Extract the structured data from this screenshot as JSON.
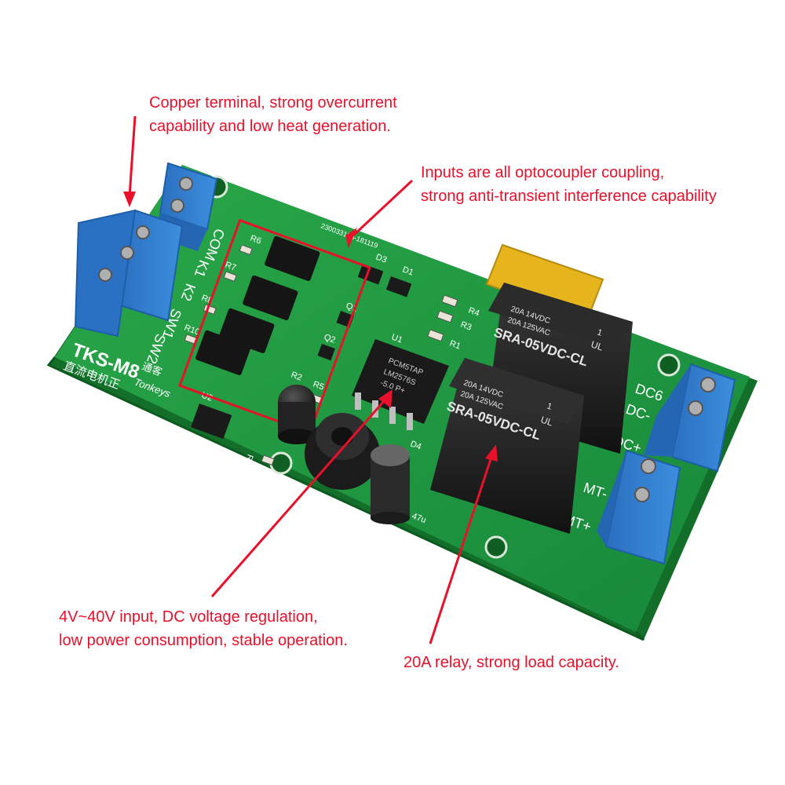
{
  "callouts": {
    "copper": {
      "line1": "Copper terminal, strong overcurrent",
      "line2": "capability and low heat generation."
    },
    "inputs": {
      "line1": "Inputs are all optocoupler coupling,",
      "line2": "strong anti-transient interference capability"
    },
    "regulator": {
      "line1": "4V~40V input, DC voltage regulation,",
      "line2": "low power consumption, stable operation."
    },
    "relay": {
      "line1": "20A relay, strong load capacity."
    }
  },
  "board": {
    "model": "TKS-M8",
    "subtitle1": "直流电机正",
    "subtitle2": "反转控制器",
    "brand": "Tonkeys",
    "brand_cn": "通客",
    "serial": "230033108-181119",
    "left_labels": [
      "COM",
      "K1",
      "K2",
      "SW1",
      "SW2"
    ],
    "right_labels": [
      "DC6",
      "DC-",
      "DC+",
      "MT-",
      "MT+"
    ],
    "refs": {
      "r6": "R6",
      "r7": "R7",
      "r8": "R8",
      "r10": "R10",
      "r9": "R9",
      "r2": "R2",
      "r5": "R5",
      "r4": "R4",
      "r3": "R3",
      "r1": "R1",
      "d3": "D3",
      "d1": "D1",
      "d4": "D4",
      "q1": "Q1",
      "q2": "Q2",
      "u1": "U1",
      "u2": "U2",
      "l1": "L1",
      "cap": "47u"
    },
    "regulator_chip": {
      "line1": "PCM5TAP",
      "line2": "LM2576S",
      "line3": "-5.0 P+"
    },
    "relay_top": {
      "line1": "20A 14VDC",
      "line2": "20A 125VAC",
      "model": "SRA-05VDC-CL",
      "pin": "1",
      "ul": "UL"
    },
    "relay_front": {
      "line1": "20A 14VDC",
      "line2": "20A 125VAC",
      "model": "SRA-05VDC-CL",
      "pin": "1",
      "ul": "UL"
    }
  },
  "colors": {
    "pcb": "#1f9a3e",
    "pcb_dark": "#137a2d",
    "terminal": "#2f79c9",
    "annotation": "#e8102a",
    "relay": "#222222",
    "capacitor_yellow": "#e6b51d"
  }
}
